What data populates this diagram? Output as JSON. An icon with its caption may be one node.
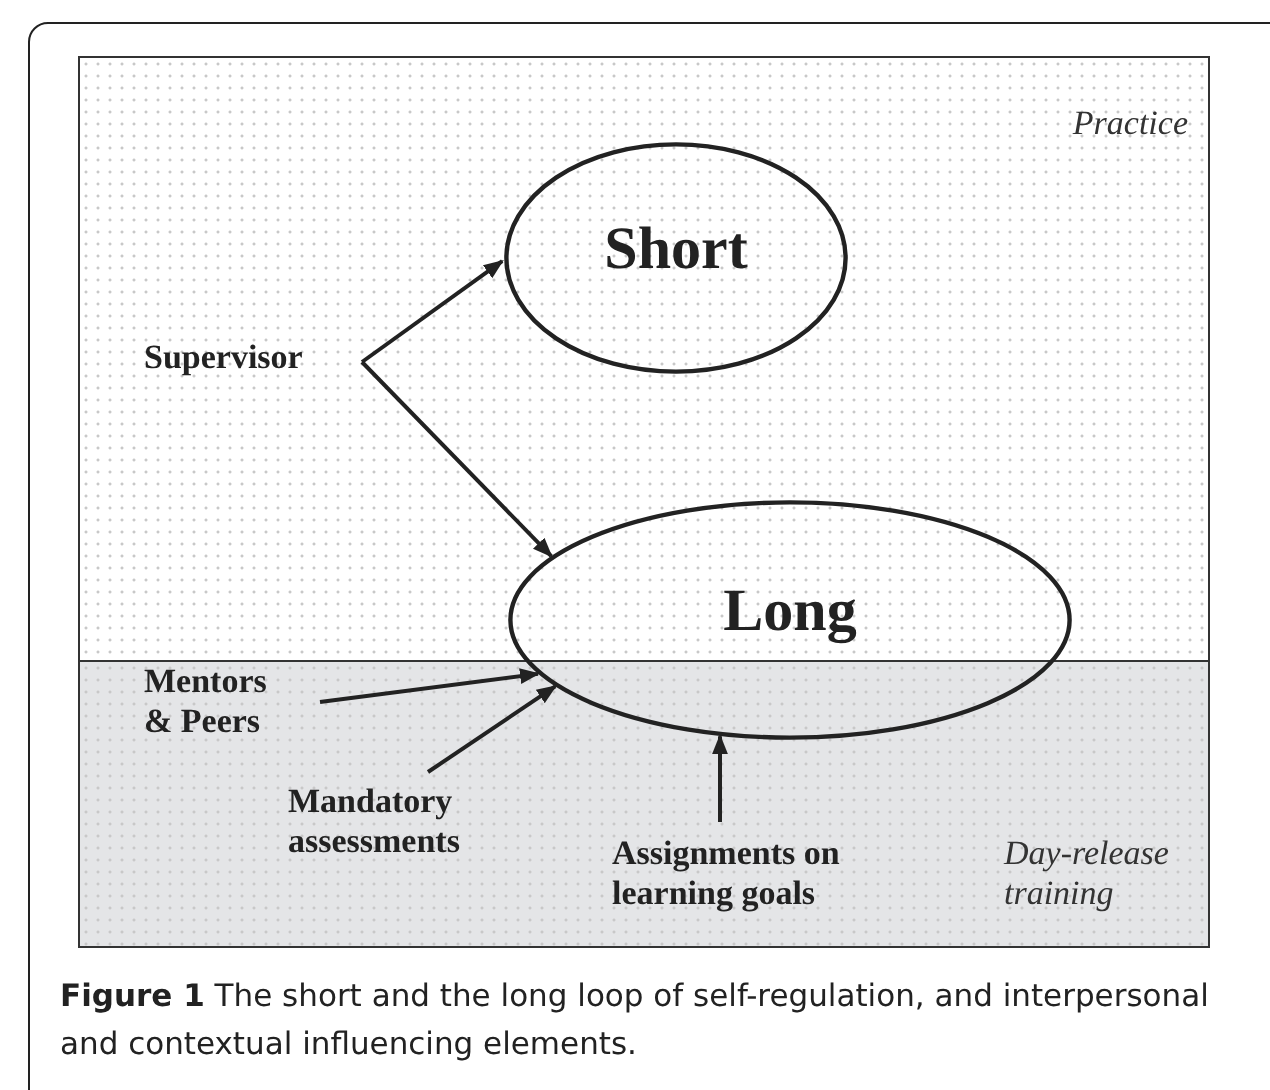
{
  "diagram": {
    "caption": "**Figure 1** The short and the long loop of self-regulation, and interpersonal and contextual influencing elements.",
    "nodes": [
      {
        "text": [
          "Practice"
        ]
      },
      {
        "text": [
          "Day-release training"
        ]
      },
      {
        "text": [
          "Short"
        ],
        "in": 0
      },
      {
        "text": [
          "Long"
        ]
      },
      {
        "text": [
          "Supervisor"
        ],
        "in": 0
      },
      {
        "text": [
          "Mentors & Peers"
        ],
        "in": 1
      },
      {
        "text": [
          "Mandatory assessments"
        ],
        "in": 1
      },
      {
        "text": [
          "Assignments on learning goals"
        ],
        "in": 1
      }
    ],
    "edges": [
      {
        "from": 4,
        "to": 2,
        "arrow": "to"
      },
      {
        "from": 4,
        "to": 3,
        "arrow": "to"
      },
      {
        "from": 5,
        "to": 3,
        "arrow": "to"
      },
      {
        "from": 6,
        "to": 3,
        "arrow": "to"
      },
      {
        "from": 7,
        "to": 3,
        "arrow": "to"
      }
    ]
  }
}
